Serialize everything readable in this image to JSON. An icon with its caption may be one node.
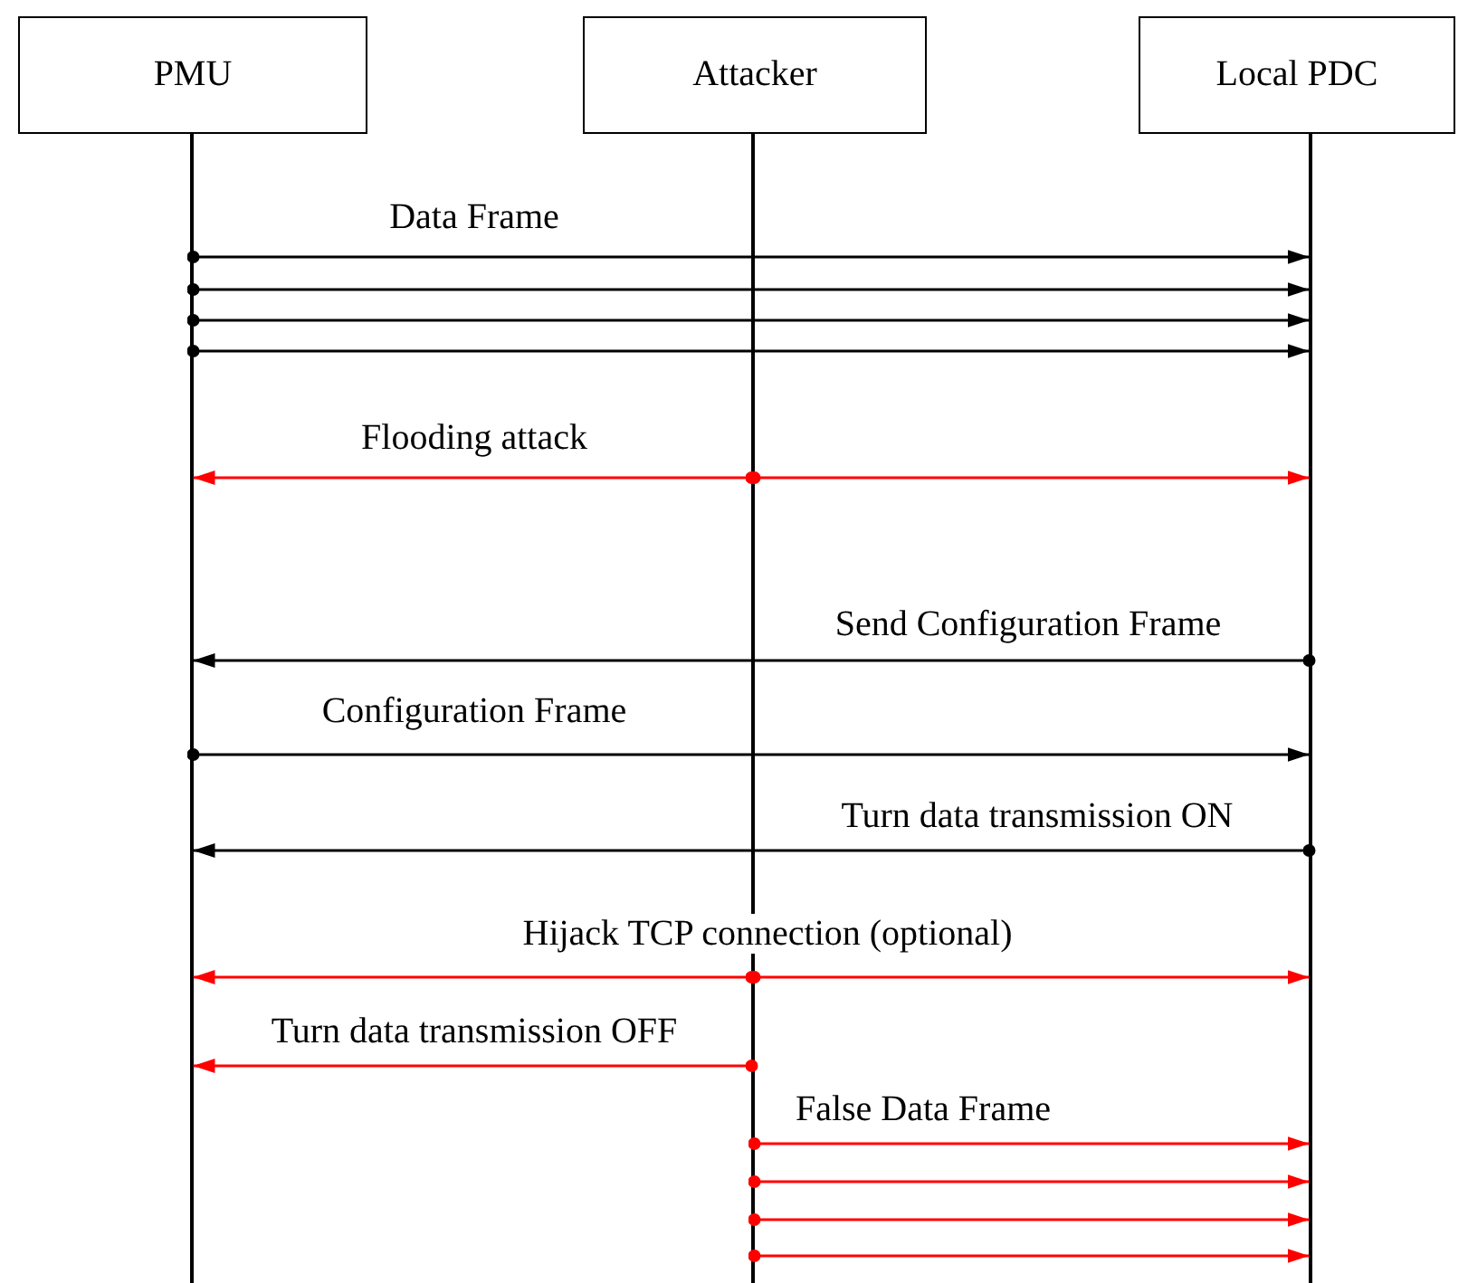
{
  "diagram": {
    "nodes": [
      {
        "text": [
          "PMU"
        ]
      },
      {
        "text": [
          "Attacker"
        ]
      },
      {
        "text": [
          "Local PDC"
        ]
      },
      {
        "text": [],
        "shape": "line"
      },
      {
        "text": [],
        "shape": "line"
      },
      {
        "text": [],
        "shape": "line"
      }
    ],
    "edges": [
      {
        "from": 3,
        "to": 5,
        "arrow": "to",
        "label": "Data Frame",
        "color": "#000000"
      },
      {
        "from": 3,
        "to": 5,
        "arrow": "to",
        "color": "#000000"
      },
      {
        "from": 3,
        "to": 5,
        "arrow": "to",
        "color": "#000000"
      },
      {
        "from": 3,
        "to": 5,
        "arrow": "to",
        "color": "#000000"
      },
      {
        "from": 4,
        "to": 3,
        "arrow": "to",
        "label": "Flooding attack"
      },
      {
        "from": 4,
        "to": 5,
        "arrow": "to"
      },
      {
        "from": 5,
        "to": 3,
        "arrow": "to",
        "label": "Send Configuration Frame",
        "color": "#000000"
      },
      {
        "from": 3,
        "to": 5,
        "arrow": "to",
        "label": "Configuration Frame",
        "color": "#000000"
      },
      {
        "from": 5,
        "to": 3,
        "arrow": "to",
        "label": "Turn data transmission ON",
        "color": "#000000"
      },
      {
        "from": 4,
        "to": 3,
        "arrow": "to",
        "label": "Hijack TCP connection (optional)"
      },
      {
        "from": 4,
        "to": 5,
        "arrow": "to"
      },
      {
        "from": 4,
        "to": 3,
        "arrow": "to",
        "label": "Turn data transmission OFF"
      },
      {
        "from": 4,
        "to": 5,
        "arrow": "to",
        "label": "False Data Frame"
      },
      {
        "from": 4,
        "to": 5,
        "arrow": "to"
      },
      {
        "from": 4,
        "to": 5,
        "arrow": "to"
      },
      {
        "from": 4,
        "to": 5,
        "arrow": "to"
      }
    ]
  }
}
